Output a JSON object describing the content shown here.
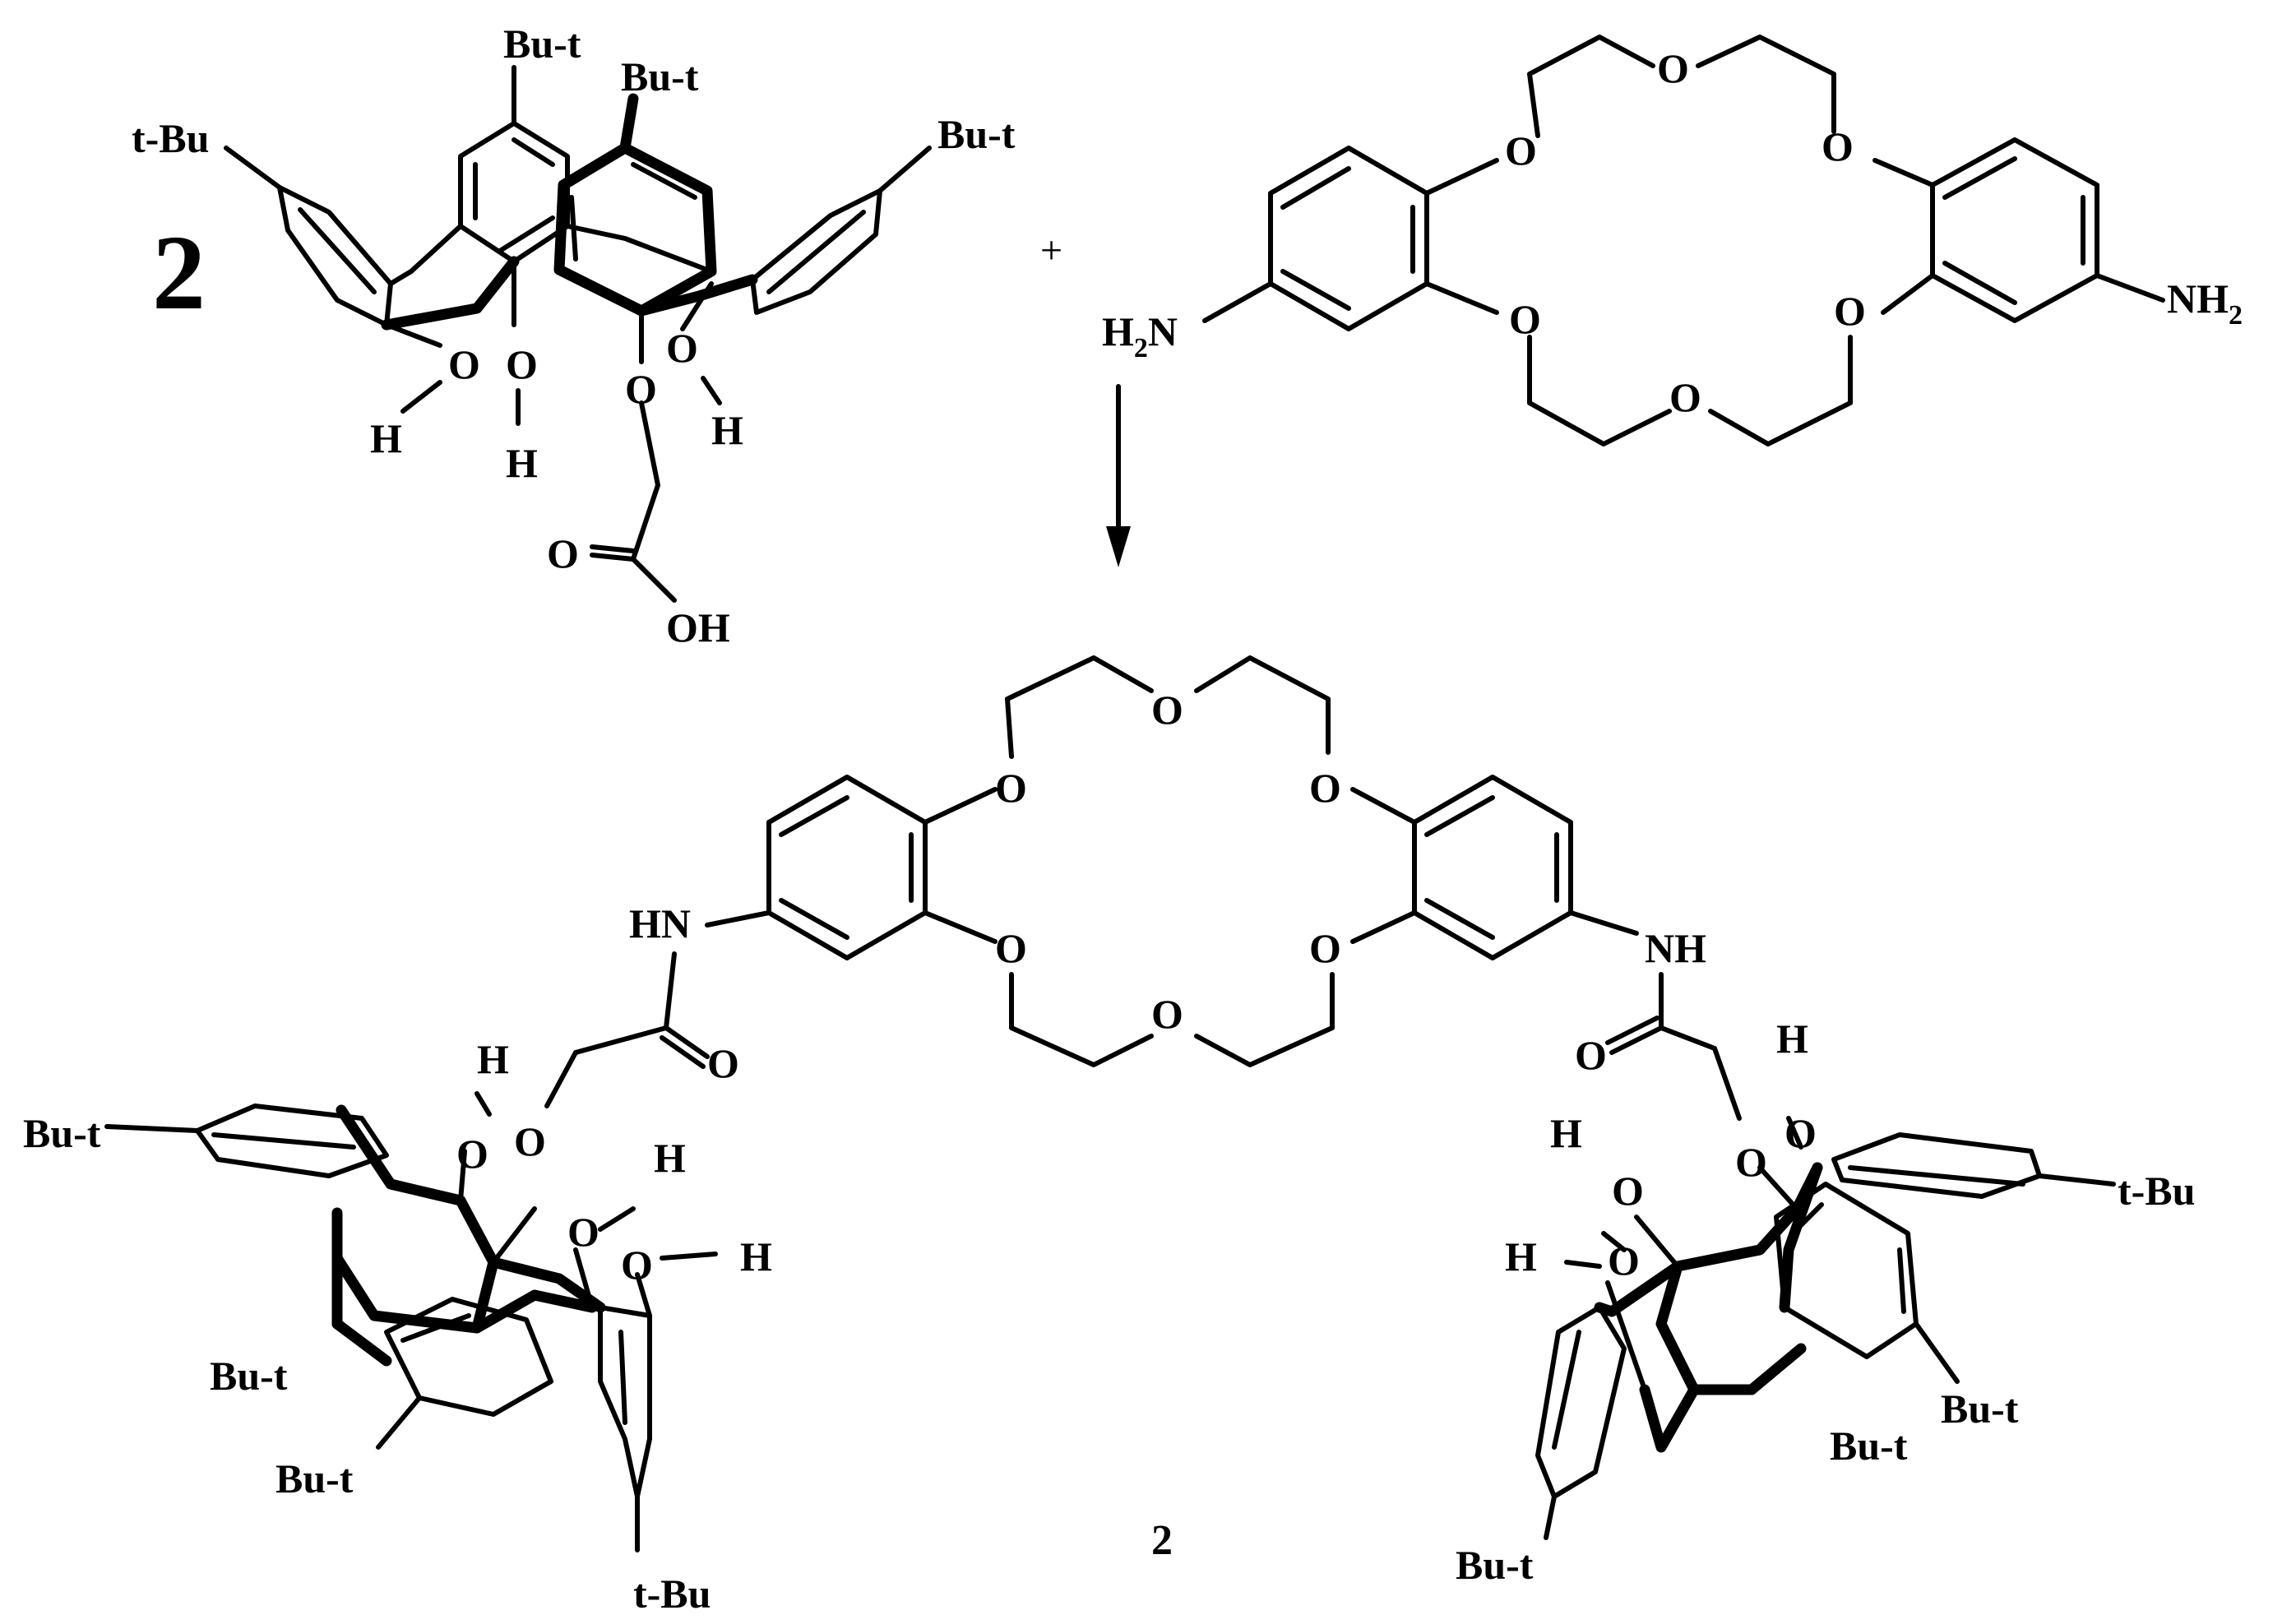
{
  "scheme": {
    "compound_top": "2",
    "compound_bottom": "2",
    "plus": "+",
    "reaction_arrow": "down-arrow"
  },
  "calixarene_top": {
    "subst_1": "Bu-t",
    "subst_2": "Bu-t",
    "subst_3": "t-Bu",
    "subst_4": "Bu-t",
    "oh_o1": "O",
    "oh_h1": "H",
    "oh_o2": "O",
    "oh_h2": "H",
    "oh_o3": "O",
    "oh_h3": "H",
    "ether_o": "O",
    "carbonyl_o": "O",
    "acid_oh": "OH"
  },
  "crown_top": {
    "amine_left": "H",
    "amine_left_sub": "2",
    "amine_left_n": "N",
    "amine_right": "NH",
    "amine_right_sub": "2",
    "ring_oxygens": [
      "O",
      "O",
      "O",
      "O",
      "O",
      "O"
    ]
  },
  "crown_bottom": {
    "amide_left": "HN",
    "amide_right": "NH",
    "ring_oxygens": [
      "O",
      "O",
      "O",
      "O",
      "O",
      "O"
    ]
  },
  "calixarene_left": {
    "carbonyl_o": "O",
    "ether_o": "O",
    "oh_h1": "H",
    "oh_o1": "O",
    "oh_o2": "O",
    "oh_h2": "H",
    "oh_o3": "O",
    "oh_h3": "H",
    "subst_1": "Bu-t",
    "subst_2": "Bu-t",
    "subst_3": "Bu-t",
    "subst_4": "t-Bu"
  },
  "calixarene_right": {
    "carbonyl_o": "O",
    "ether_o": "O",
    "oh_h1": "H",
    "oh_o1": "O",
    "oh_h2": "H",
    "oh_o2": "O",
    "oh_h3": "H",
    "oh_o3": "O",
    "subst_1": "t-Bu",
    "subst_2": "Bu-t",
    "subst_3": "Bu-t",
    "subst_4": "Bu-t"
  }
}
